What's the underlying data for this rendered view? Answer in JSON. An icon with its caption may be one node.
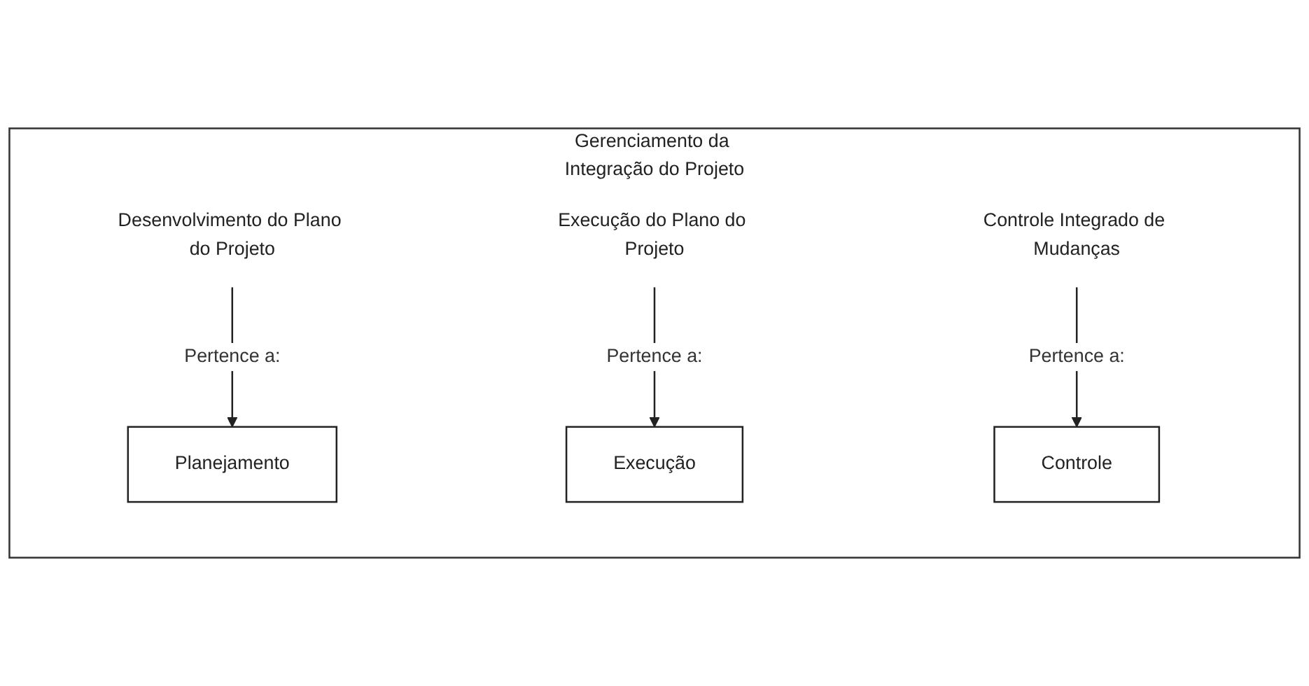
{
  "diagram": {
    "nodes": [
      {
        "text": [
          "Gerenciamento da Integração do Projeto"
        ]
      },
      {
        "text": [
          "Desenvolvimento do Plano do Projeto"
        ],
        "in": 0
      },
      {
        "text": [
          "Execução do Plano do Projeto"
        ],
        "in": 0
      },
      {
        "text": [
          "Controle Integrado de Mudanças"
        ],
        "in": 0
      },
      {
        "text": [
          "Planejamento"
        ],
        "in": 0
      },
      {
        "text": [
          "Execução"
        ],
        "in": 0
      },
      {
        "text": [
          "Controle"
        ],
        "in": 0
      }
    ],
    "edges": [
      {
        "from": 1,
        "to": 4,
        "arrow": "to",
        "label": "Pertence a:"
      },
      {
        "from": 2,
        "to": 5,
        "arrow": "to",
        "label": "Pertence a:"
      },
      {
        "from": 3,
        "to": 6,
        "arrow": "to",
        "label": "Pertence a:"
      }
    ]
  }
}
